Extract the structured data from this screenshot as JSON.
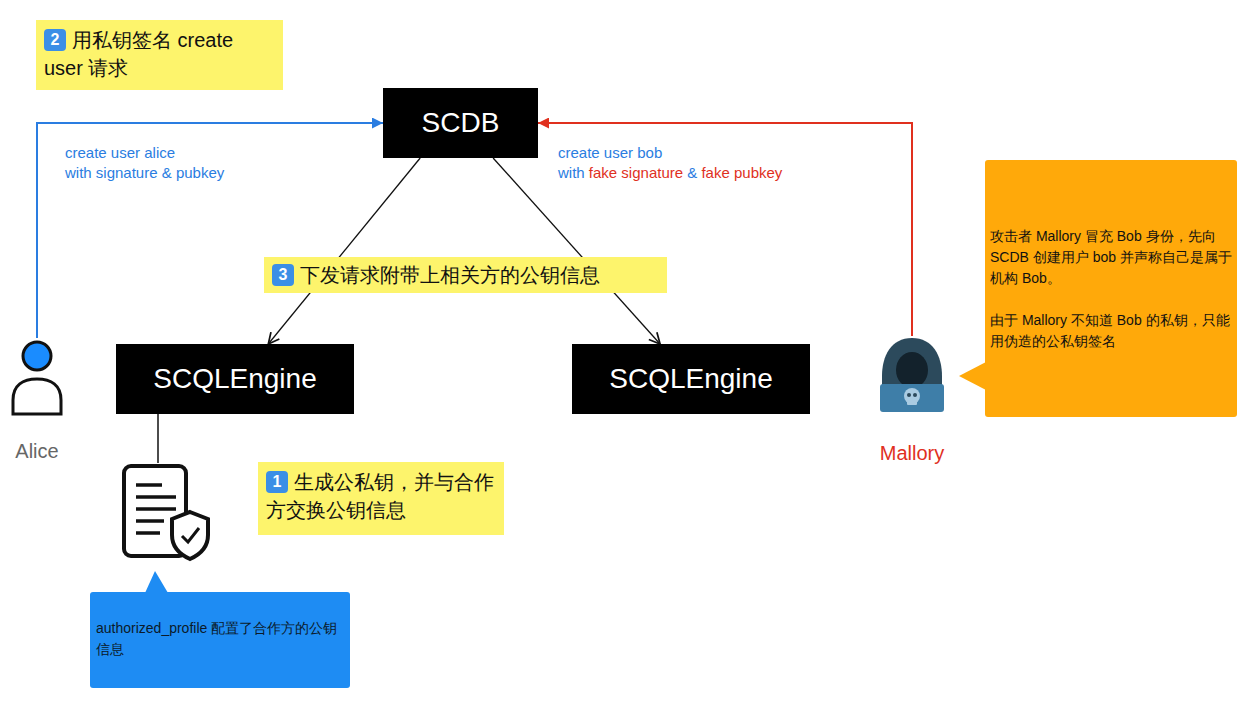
{
  "diagram": {
    "nodes": [
      {
        "text": [
          "2",
          "用私钥签名 create user 请求"
        ]
      },
      {
        "text": [
          "SCDB"
        ]
      },
      {
        "text": [
          "3",
          "下发请求附带上相关方的公钥信息"
        ]
      },
      {
        "text": [
          "Alice"
        ]
      },
      {
        "text": [
          "SCQLEngine"
        ]
      },
      {
        "text": [
          "SCQLEngine"
        ]
      },
      {
        "text": [
          "Mallory"
        ]
      },
      {
        "text": [
          "攻击者 Mallory 冒充 Bob 身份，先向 SCDB 创建用户 bob 并声称自己是属于机构 Bob。",
          "由于 Mallory 不知道 Bob 的私钥，只能用伪造的公私钥签名"
        ]
      },
      {
        "text": [
          "1",
          "生成公私钥，并与合作方交换公钥信息"
        ]
      },
      {
        "text": [
          "authorized_profile 配置了合作方的公钥信息"
        ]
      }
    ],
    "edges": [
      {
        "from": 3,
        "to": 1,
        "arrow": "to",
        "label": "create user alice with signature & pubkey"
      },
      {
        "from": 6,
        "to": 1,
        "arrow": "to",
        "label": "create user bob with fake signature & fake pubkey"
      },
      {
        "from": 1,
        "to": 4,
        "arrow": "to"
      },
      {
        "from": 1,
        "to": 5,
        "arrow": "to"
      }
    ]
  }
}
